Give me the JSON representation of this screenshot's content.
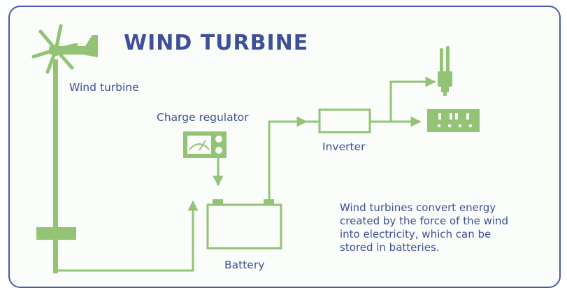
{
  "title": "WIND TURBINE",
  "labels": {
    "wind_turbine": "Wind turbine",
    "charge_regulator": "Charge regulator",
    "inverter": "Inverter",
    "battery": "Battery"
  },
  "description": [
    "Wind turbines convert energy",
    "created by the force of the wind",
    "into electricity, which can be",
    "stored in batteries."
  ],
  "colors": {
    "accent_green": "#93c476",
    "text_blue": "#3f4f9a",
    "frame_blue": "#4a5aa8",
    "panel_bg": "#fbfdfb"
  },
  "icons": [
    "wind-turbine-icon",
    "gauge-icon",
    "light-bulb-icon",
    "power-socket-icon"
  ]
}
